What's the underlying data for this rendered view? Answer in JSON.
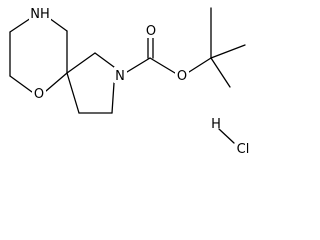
{
  "molecule": {
    "atoms": {
      "piperidine_nh": "NH",
      "spiro_oxygen": "O",
      "pyrrolidine_n": "N",
      "carbonyl_oxygen": "O",
      "ester_oxygen": "O",
      "hydrogen": "H",
      "chlorine": "Cl"
    }
  },
  "colors": {
    "bond": "#000000",
    "label": "#000000",
    "background": "#ffffff"
  }
}
